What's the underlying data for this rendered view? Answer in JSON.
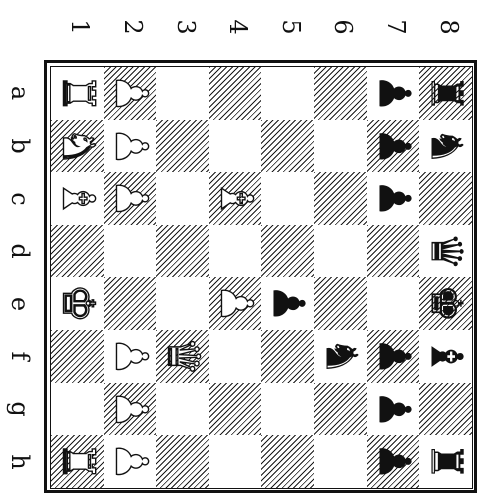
{
  "ranks": [
    "1",
    "2",
    "3",
    "4",
    "5",
    "6",
    "7",
    "8"
  ],
  "files": [
    "a",
    "b",
    "c",
    "d",
    "e",
    "f",
    "g",
    "h"
  ],
  "pieces": [
    {
      "square": "a1",
      "color": "w",
      "type": "rook",
      "glyph": "♜"
    },
    {
      "square": "b1",
      "color": "w",
      "type": "knight",
      "glyph": "♞"
    },
    {
      "square": "c1",
      "color": "w",
      "type": "bishop",
      "glyph": "♝"
    },
    {
      "square": "e1",
      "color": "w",
      "type": "king",
      "glyph": "♚"
    },
    {
      "square": "h1",
      "color": "w",
      "type": "rook",
      "glyph": "♜"
    },
    {
      "square": "a2",
      "color": "w",
      "type": "pawn",
      "glyph": "♟"
    },
    {
      "square": "b2",
      "color": "w",
      "type": "pawn",
      "glyph": "♟"
    },
    {
      "square": "c2",
      "color": "w",
      "type": "pawn",
      "glyph": "♟"
    },
    {
      "square": "f2",
      "color": "w",
      "type": "pawn",
      "glyph": "♟"
    },
    {
      "square": "g2",
      "color": "w",
      "type": "pawn",
      "glyph": "♟"
    },
    {
      "square": "h2",
      "color": "w",
      "type": "pawn",
      "glyph": "♟"
    },
    {
      "square": "f3",
      "color": "w",
      "type": "queen",
      "glyph": "♛"
    },
    {
      "square": "c4",
      "color": "w",
      "type": "bishop",
      "glyph": "♝"
    },
    {
      "square": "e4",
      "color": "w",
      "type": "pawn",
      "glyph": "♟"
    },
    {
      "square": "e5",
      "color": "b",
      "type": "pawn",
      "glyph": "♟"
    },
    {
      "square": "f6",
      "color": "b",
      "type": "knight",
      "glyph": "♞"
    },
    {
      "square": "a7",
      "color": "b",
      "type": "pawn",
      "glyph": "♟"
    },
    {
      "square": "b7",
      "color": "b",
      "type": "pawn",
      "glyph": "♟"
    },
    {
      "square": "c7",
      "color": "b",
      "type": "pawn",
      "glyph": "♟"
    },
    {
      "square": "f7",
      "color": "b",
      "type": "pawn",
      "glyph": "♟"
    },
    {
      "square": "g7",
      "color": "b",
      "type": "pawn",
      "glyph": "♟"
    },
    {
      "square": "h7",
      "color": "b",
      "type": "pawn",
      "glyph": "♟"
    },
    {
      "square": "a8",
      "color": "b",
      "type": "rook",
      "glyph": "♜"
    },
    {
      "square": "b8",
      "color": "b",
      "type": "knight",
      "glyph": "♞"
    },
    {
      "square": "d8",
      "color": "b",
      "type": "queen",
      "glyph": "♛"
    },
    {
      "square": "e8",
      "color": "b",
      "type": "king",
      "glyph": "♚"
    },
    {
      "square": "f8",
      "color": "b",
      "type": "bishop",
      "glyph": "♝"
    },
    {
      "square": "h8",
      "color": "b",
      "type": "rook",
      "glyph": "♜"
    }
  ]
}
